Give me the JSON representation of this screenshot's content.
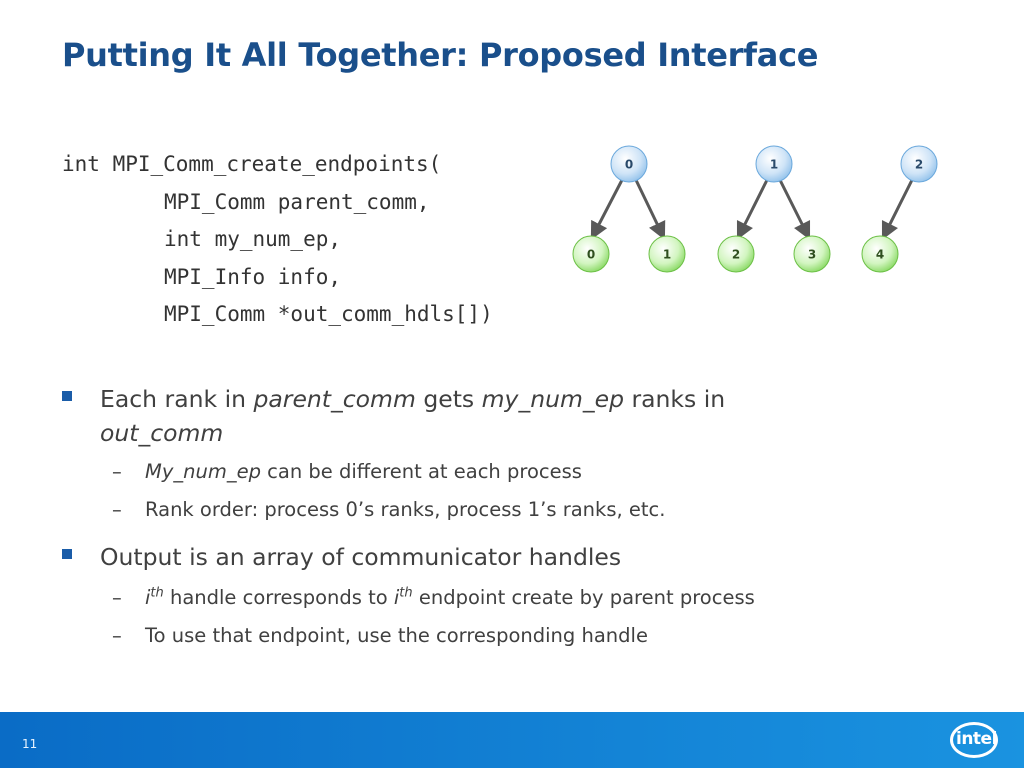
{
  "slide": {
    "title": "Putting It All Together: Proposed Interface",
    "page_number": "11",
    "logo_text": "intel"
  },
  "code": {
    "line1": "int MPI_Comm_create_endpoints(",
    "line2": "MPI_Comm parent_comm,",
    "line3": "int my_num_ep,",
    "line4": "MPI_Info info,",
    "line5": "MPI_Comm *out_comm_hdls[])"
  },
  "diagram": {
    "parents": [
      "0",
      "1",
      "2"
    ],
    "children": [
      "0",
      "1",
      "2",
      "3",
      "4"
    ],
    "colors": {
      "parent": "#8fc0ea",
      "child": "#9ee07f",
      "arrow": "#595959"
    }
  },
  "bullets": {
    "b1": {
      "t1": "Each rank in ",
      "t2": "parent_comm",
      "t3": " gets ",
      "t4": "my_num_ep",
      "t5": " ranks in",
      "t6": "out_comm"
    },
    "b1_sub1": {
      "t1": "My_num_ep",
      "t2": " can be different at each process"
    },
    "b1_sub2": "Rank order: process 0’s ranks, process 1’s ranks, etc.",
    "b2": "Output is an array of communicator handles",
    "b2_sub1": {
      "i1": "i",
      "sup1": "th",
      "t1": " handle corresponds to ",
      "i2": "i",
      "sup2": "th",
      "t2": " endpoint create by parent process"
    },
    "b2_sub2": "To use that endpoint, use the corresponding handle"
  },
  "dash": "–",
  "accent_color": "#1a4f8b"
}
